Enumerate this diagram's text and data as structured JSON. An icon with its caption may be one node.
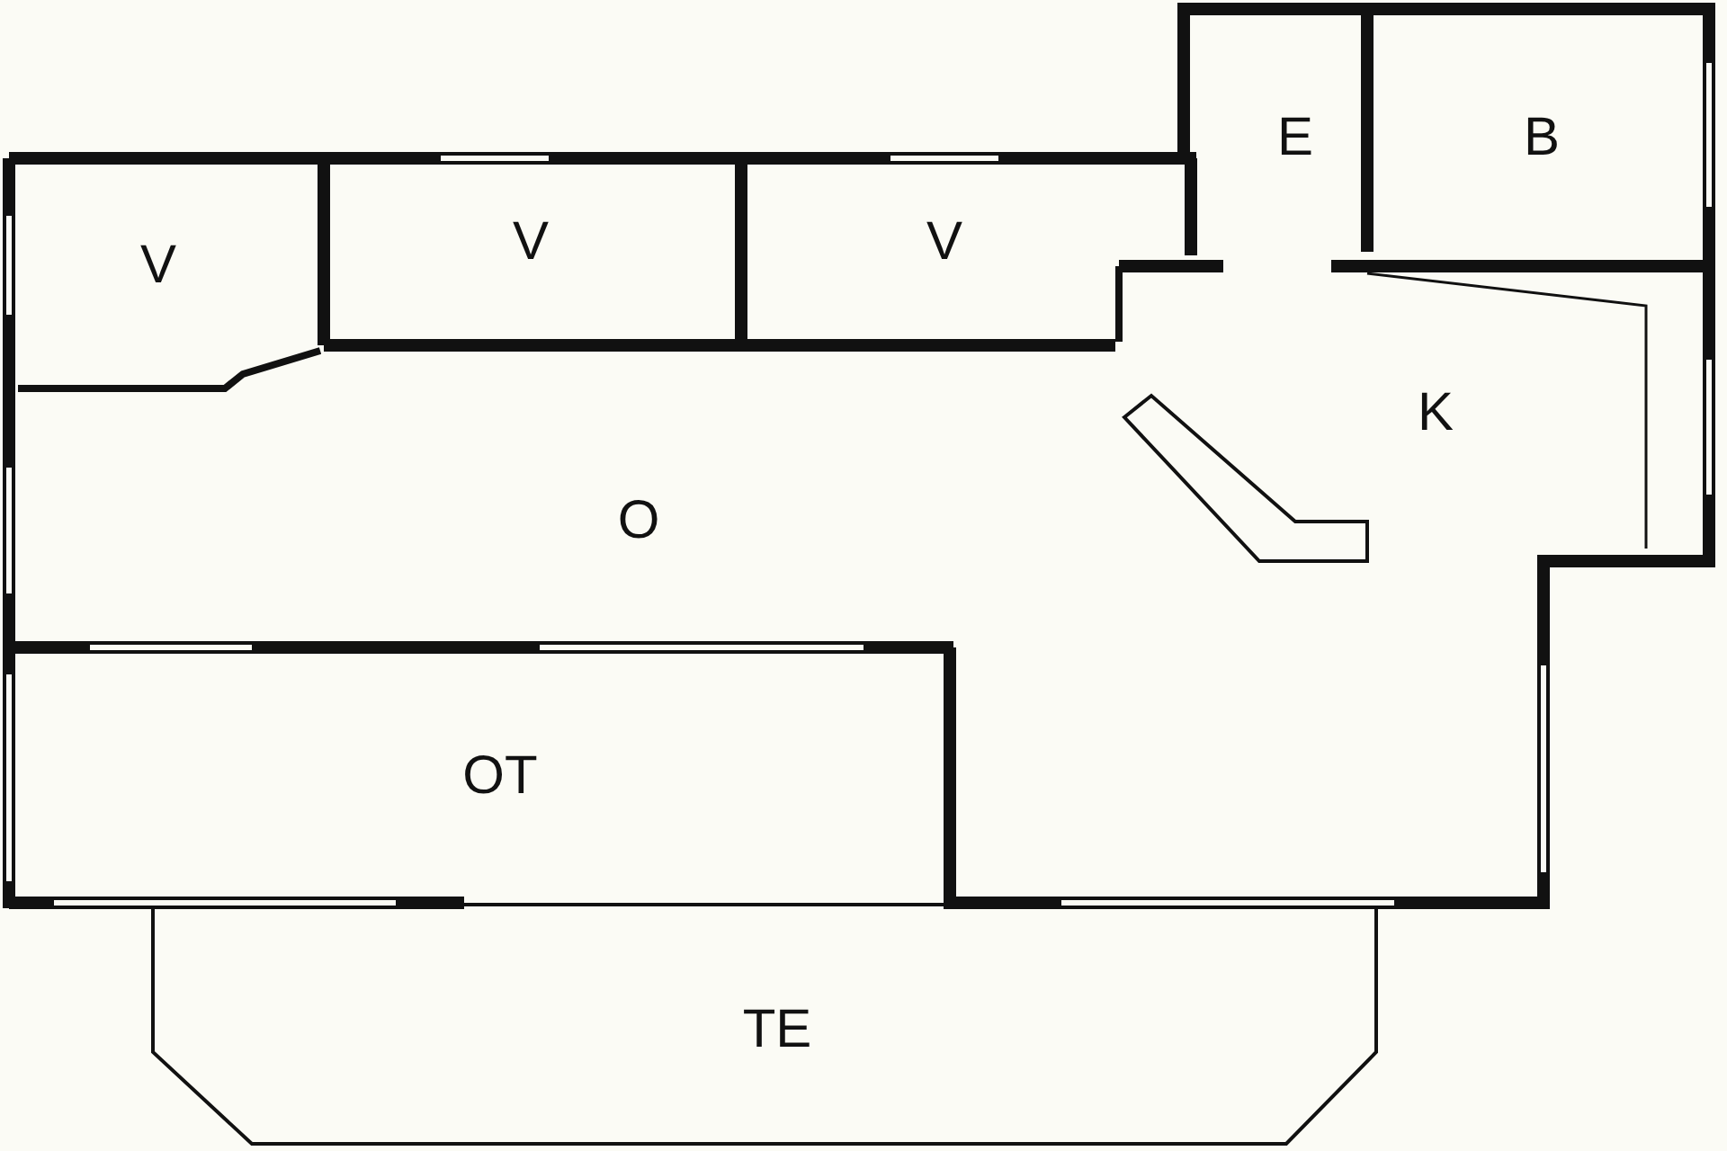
{
  "diagram": {
    "nodes": [
      {
        "text": [
          "E"
        ]
      },
      {
        "text": [
          "B"
        ]
      },
      {
        "text": [
          "V"
        ]
      },
      {
        "text": [
          "V"
        ]
      },
      {
        "text": [
          "V"
        ]
      },
      {
        "text": [
          "K"
        ]
      },
      {
        "text": [
          "O"
        ]
      },
      {
        "text": [
          "OT"
        ]
      },
      {
        "text": [
          "TE"
        ]
      }
    ]
  }
}
